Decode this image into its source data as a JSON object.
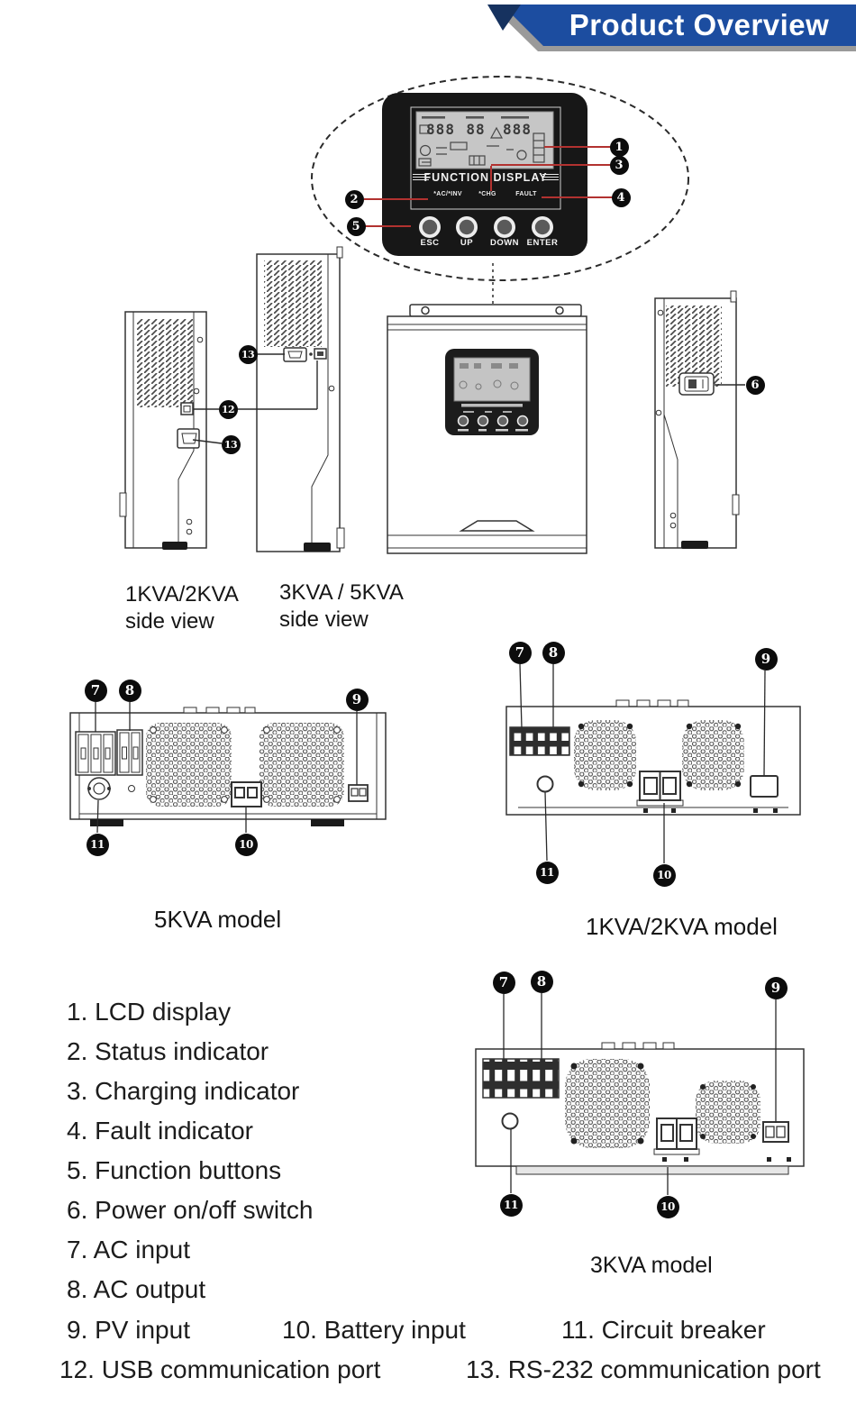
{
  "header": {
    "title": "Product Overview",
    "banner_color": "#1c4da0",
    "banner_dark_color": "#16325f",
    "shadow_color": "#9a9a9a"
  },
  "panel": {
    "function_display_label": "FUNCTION DISPLAY",
    "lcd_digits_left": "888",
    "lcd_digits_mid": "88",
    "lcd_digits_right": "888",
    "indicator_ac_inv": "*AC/*INV",
    "indicator_chg": "*CHG",
    "indicator_fault": "FAULT",
    "button_esc": "ESC",
    "button_up": "UP",
    "button_down": "DOWN",
    "button_enter": "ENTER",
    "callout_line_color": "#b23230"
  },
  "labels": {
    "side_view_1_2kva": "1KVA/2KVA\nside view",
    "side_view_3_5kva": "3KVA / 5KVA\nside view",
    "model_5kva": "5KVA model",
    "model_1_2kva": "1KVA/2KVA model",
    "model_3kva": "3KVA model"
  },
  "callouts": {
    "n1": "1",
    "n2": "2",
    "n3": "3",
    "n4": "4",
    "n5": "5",
    "n6": "6",
    "n7": "7",
    "n8": "8",
    "n9": "9",
    "n10": "10",
    "n11": "11",
    "n12": "12",
    "n13": "13"
  },
  "legend": {
    "items_column": [
      "1. LCD display",
      "2. Status indicator",
      "3. Charging indicator",
      "4. Fault indicator",
      "5. Function buttons",
      "6. Power on/off switch",
      "7. AC input",
      "8. AC output"
    ],
    "row_a": [
      "9. PV input",
      "10. Battery input",
      "11. Circuit breaker"
    ],
    "row_b": [
      "12. USB communication port",
      "13. RS-232 communication port"
    ]
  }
}
